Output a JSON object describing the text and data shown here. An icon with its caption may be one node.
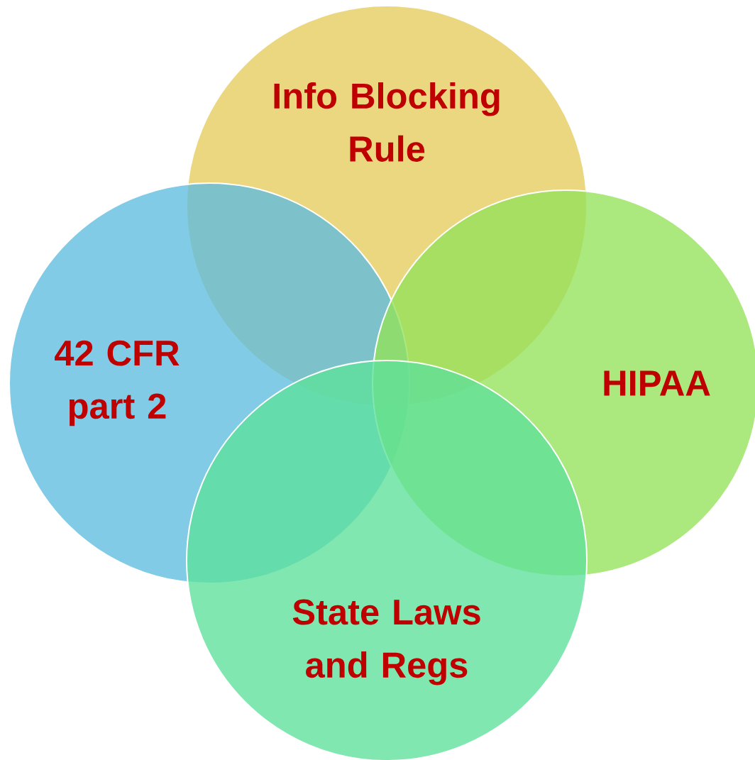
{
  "diagram": {
    "nodes": [
      {
        "text": [
          "Info Blocking Rule"
        ]
      },
      {
        "text": [
          "42 CFR part 2"
        ]
      },
      {
        "text": [
          "HIPAA"
        ]
      },
      {
        "text": [
          "State Laws and Regs"
        ]
      }
    ]
  }
}
